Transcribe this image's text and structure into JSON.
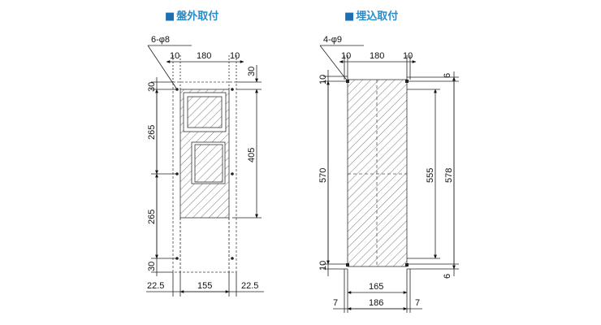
{
  "title_surface": "盤外取付",
  "title_flush": "埋込取付",
  "title_marker": "■",
  "accent_color": "#2a8bc8",
  "surface_mount": {
    "hole_note": "6-φ8",
    "top_dims": [
      "10",
      "180",
      "10"
    ],
    "right_top_dim": "30",
    "left_dims": [
      "30",
      "265",
      "265",
      "30"
    ],
    "right_dim": "405",
    "bottom_dims": [
      "22.5",
      "155",
      "22.5"
    ]
  },
  "flush_mount": {
    "hole_note": "4-φ9",
    "top_dims": [
      "10",
      "180",
      "10"
    ],
    "left_dims": [
      "10",
      "570",
      "10"
    ],
    "right_dims_top": "6",
    "right_inner_dim": "555",
    "right_outer_dim": "578",
    "right_dims_bottom": "6",
    "bottom_inner_dim": "165",
    "bottom_dims": [
      "7",
      "186",
      "7"
    ]
  }
}
